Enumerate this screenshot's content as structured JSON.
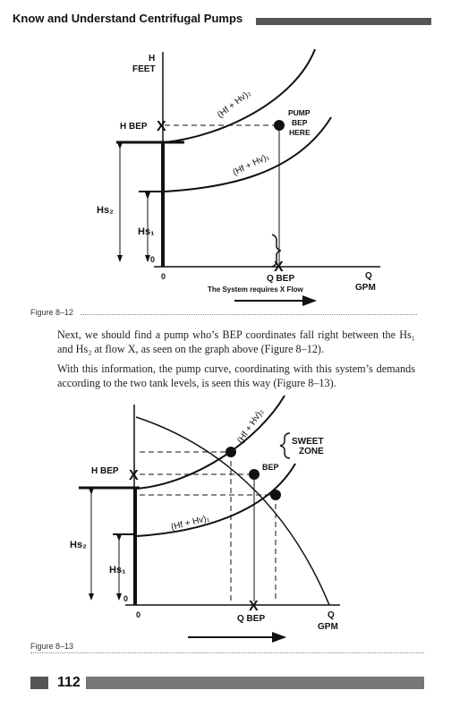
{
  "header": {
    "title": "Know and Understand Centrifugal Pumps"
  },
  "figure1": {
    "axis_h": "H",
    "axis_feet": "FEET",
    "h_bep": "H BEP",
    "curve_upper": "(Hf + Hv)₂",
    "curve_lower": "(Hf + Hv)₁",
    "pump_bep_lines": [
      "PUMP",
      "BEP",
      "HERE"
    ],
    "hs2": "Hs₂",
    "hs1": "Hs₁",
    "origin_left": "0",
    "origin_right": "0",
    "q_bep": "Q BEP",
    "q": "Q",
    "gpm": "GPM",
    "flow_note": "The System requires X Flow"
  },
  "caption1": "Figure 8–12",
  "paragraph1": "Next, we should find a pump who’s BEP coordinates fall right between the Hs₁ and Hs₂ at flow X, as seen on the graph above (Figure 8–12).",
  "paragraph2": "With this information, the pump curve, coordinating with this system’s demands according to the two tank levels, is seen this way (Figure 8–13).",
  "figure2": {
    "curve_upper": "(Hf + Hv)₂",
    "curve_lower": "(Hf + Hv)₁",
    "sweet_zone_lines": [
      "SWEET",
      "ZONE"
    ],
    "bep": "BEP",
    "h_bep": "H BEP",
    "hs2": "Hs₂",
    "hs1": "Hs₁",
    "origin_left": "0",
    "origin_right": "0",
    "q_bep": "Q BEP",
    "q": "Q",
    "gpm": "GPM"
  },
  "caption2": "Figure 8–13",
  "footer": {
    "page_number": "112"
  }
}
